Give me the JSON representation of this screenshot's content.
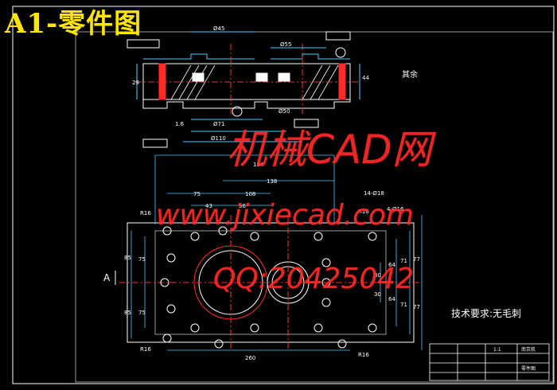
{
  "title": "A1-零件图",
  "watermark": {
    "line1": "机械CAD网",
    "line2": "www.jixiecad.com",
    "line3": "QQ:20425042"
  },
  "tech_requirement": "技术要求:无毛刺",
  "other_roughness": "其余",
  "section_label": "A",
  "dims_plan": {
    "d184": "184",
    "d138": "138",
    "d108": "108",
    "d75": "75",
    "d56": "56",
    "d43": "43",
    "d260": "260",
    "r16a": "R16",
    "r16b": "R16",
    "r16c": "R16",
    "r16d": "R16",
    "holes14": "14-Ø18",
    "holes4": "4-Ø16",
    "v85a": "85",
    "v75a": "75",
    "v85b": "85",
    "v75b": "75",
    "h64a": "64",
    "h71a": "71",
    "h77a": "77",
    "h64b": "64",
    "h71b": "71",
    "h77b": "77",
    "h30a": "30",
    "h30b": "30"
  },
  "dims_section": {
    "d45": "Ø45",
    "d55": "Ø55",
    "d71": "Ø71",
    "d50": "Ø50",
    "d110": "Ø110",
    "h29": "29",
    "h44": "44",
    "r16": "1.6"
  },
  "title_block": {
    "school": "南京航",
    "name": "零件图",
    "scale": "1:1"
  }
}
